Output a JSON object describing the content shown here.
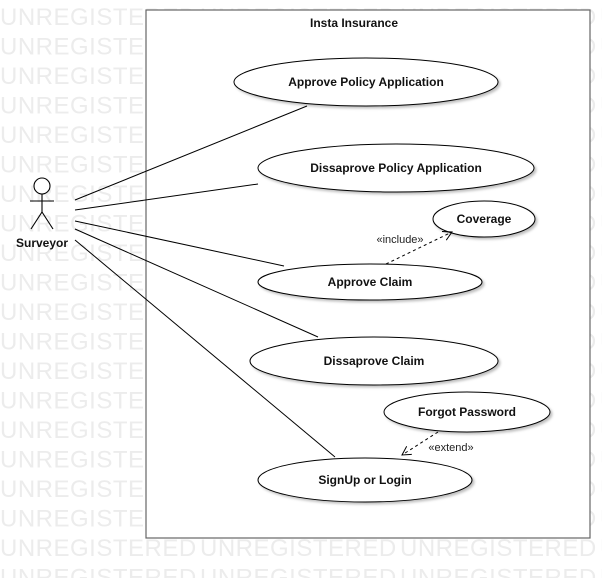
{
  "watermark": "UNREGISTERED",
  "system": {
    "title": "Insta Insurance"
  },
  "actor": {
    "name": "Surveyor"
  },
  "use_cases": {
    "approve_policy": "Approve Policy Application",
    "disapprove_policy": "Dissaprove Policy Application",
    "coverage": "Coverage",
    "approve_claim": "Approve Claim",
    "disapprove_claim": "Dissaprove Claim",
    "forgot_password": "Forgot Password",
    "signup_login": "SignUp or Login"
  },
  "relations": {
    "include": "«include»",
    "extend": "«extend»"
  }
}
